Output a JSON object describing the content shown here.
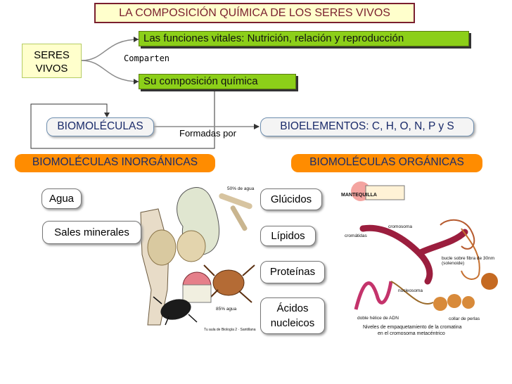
{
  "title": "LA COMPOSICIÓN QUÍMICA DE LOS SERES VIVOS",
  "seres_vivos": "SERES VIVOS",
  "comparten": "Comparten",
  "funciones": "Las funciones vitales: Nutrición, relación y reproducción",
  "composicion": "Su composición química",
  "biomoleculas": "BIOMOLÉCULAS",
  "formadas_por": "Formadas por",
  "bioelementos": "BIOELEMENTOS: C, H, O, N, P y S",
  "inorganicas": "BIOMOLÉCULAS INORGÁNICAS",
  "organicas": "BIOMOLÉCULAS ORGÁNICAS",
  "inorganic_items": [
    "Agua",
    "Sales minerales"
  ],
  "organic_items": [
    "Glúcidos",
    "Lípidos",
    "Proteínas",
    "Ácidos nucleicos"
  ],
  "image_labels": {
    "agua_50": "50% de agua",
    "agua_85": "85% agua",
    "credit": "Tu aula de Biología 2 · Santillana",
    "mantequilla": "MANTEQUILLA",
    "cromosoma": "cromosoma",
    "cromatidas": "cromátidas",
    "bucle": "bucle sobre fibra de 30nm (solenoide)",
    "nucleosoma": "nucleosoma",
    "doble_helice": "doble hélice de ADN",
    "collar": "collar de perlas",
    "caption1": "Niveles de empaquetamiento de la cromatina",
    "caption2": "en el cromosoma metacéntrico"
  },
  "colors": {
    "green": "#8ccf19",
    "orange": "#ff8c00",
    "title_border": "#7a1f2e",
    "cream": "#ffffcc"
  }
}
